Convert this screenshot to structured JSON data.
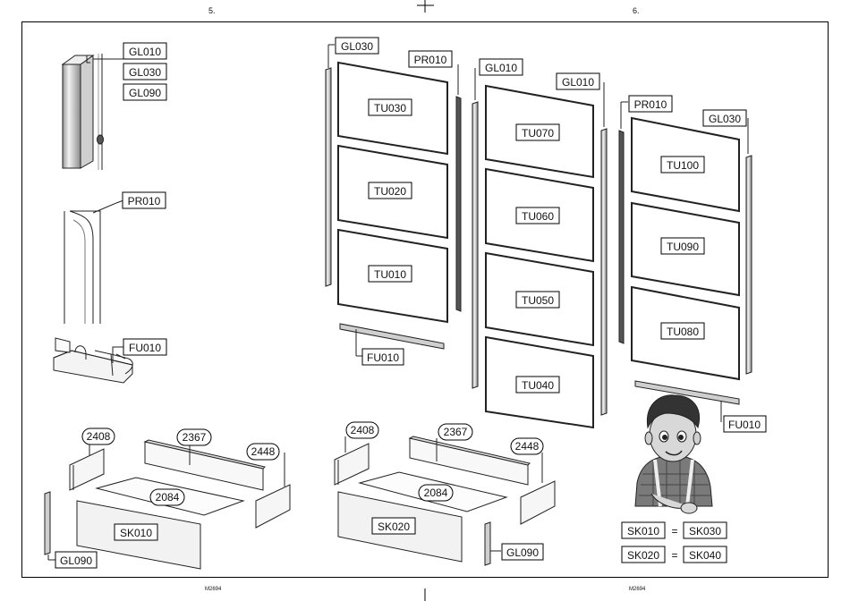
{
  "pages": {
    "left": "5.",
    "right": "6."
  },
  "footer": {
    "left_code": "M2694",
    "right_code": "M2694"
  },
  "left_parts": {
    "profile_codes": [
      "GL010",
      "GL030",
      "GL090"
    ],
    "handle_code": "PR010",
    "rail_code": "FU010"
  },
  "door_left": {
    "frame_profile": "GL030",
    "handle_profile": "PR010",
    "panels": [
      "TU030",
      "TU020",
      "TU010"
    ],
    "bottom_rail": "FU010"
  },
  "door_middle": {
    "left_profile": "GL010",
    "right_profile": "GL010",
    "panels": [
      "TU070",
      "TU060",
      "TU050",
      "TU040"
    ]
  },
  "door_right": {
    "handle_profile": "PR010",
    "frame_profile": "GL030",
    "panels": [
      "TU100",
      "TU090",
      "TU080"
    ],
    "bottom_rail": "FU010"
  },
  "drawer_left": {
    "side_left": "2408",
    "back": "2367",
    "side_right": "2448",
    "bottom": "2084",
    "front": "SK010",
    "profile": "GL090"
  },
  "drawer_right": {
    "side_left": "2408",
    "back": "2367",
    "side_right": "2448",
    "bottom": "2084",
    "front": "SK020",
    "profile": "GL090"
  },
  "equivalence": {
    "rows": [
      {
        "a": "SK010",
        "sym": "=",
        "b": "SK030"
      },
      {
        "a": "SK020",
        "sym": "=",
        "b": "SK040"
      }
    ]
  }
}
